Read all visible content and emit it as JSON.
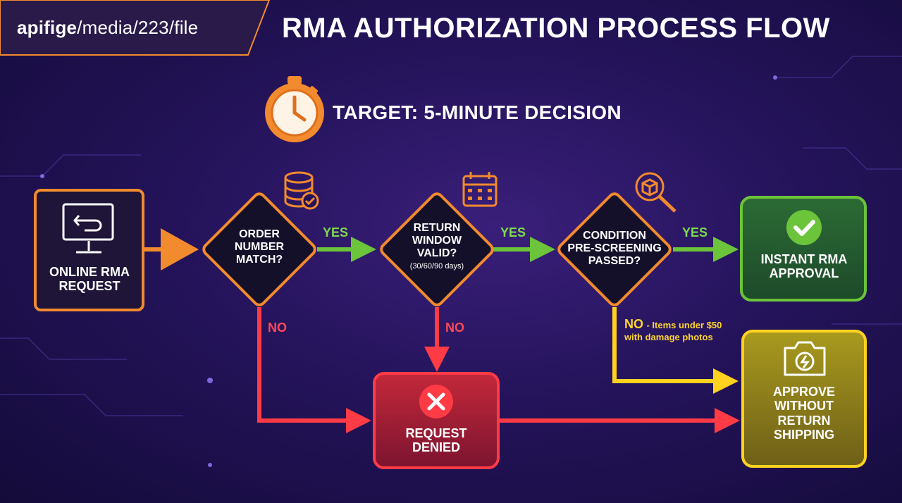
{
  "header": {
    "brand_bold": "apifige",
    "brand_path": "/media/223/file",
    "title": "RMA AUTHORIZATION PROCESS FLOW"
  },
  "target": {
    "label": "TARGET: 5-MINUTE DECISION"
  },
  "nodes": {
    "start": {
      "line1": "ONLINE RMA",
      "line2": "REQUEST"
    },
    "order_match": {
      "line1": "ORDER",
      "line2": "NUMBER",
      "line3": "MATCH?"
    },
    "return_window": {
      "line1": "RETURN",
      "line2": "WINDOW",
      "line3": "VALID?",
      "note": "(30/60/90 days)"
    },
    "condition": {
      "line1": "CONDITION",
      "line2": "PRE-SCREENING",
      "line3": "PASSED?"
    },
    "approve": {
      "line1": "INSTANT RMA",
      "line2": "APPROVAL"
    },
    "denied": {
      "line1": "REQUEST",
      "line2": "DENIED"
    },
    "no_return": {
      "line1": "APPROVE",
      "line2": "WITHOUT",
      "line3": "RETURN",
      "line4": "SHIPPING"
    }
  },
  "edges": {
    "yes1": "YES",
    "yes2": "YES",
    "yes3": "YES",
    "no1": "NO",
    "no2": "NO",
    "no3_prefix": "NO",
    "no3_note_line1": "- Items under $50",
    "no3_note_line2": "with damage photos"
  },
  "colors": {
    "orange": "#f28a2e",
    "green": "#6bc43a",
    "red": "#ff3b46",
    "yellow": "#ffd21f",
    "background": "#24135a"
  },
  "icons": {
    "start": "monitor-return-icon",
    "order_match": "database-check-icon",
    "return_window": "calendar-icon",
    "condition": "package-search-icon",
    "approve": "checkmark-icon",
    "denied": "x-mark-icon",
    "no_return": "camera-icon",
    "target": "stopwatch-icon"
  }
}
